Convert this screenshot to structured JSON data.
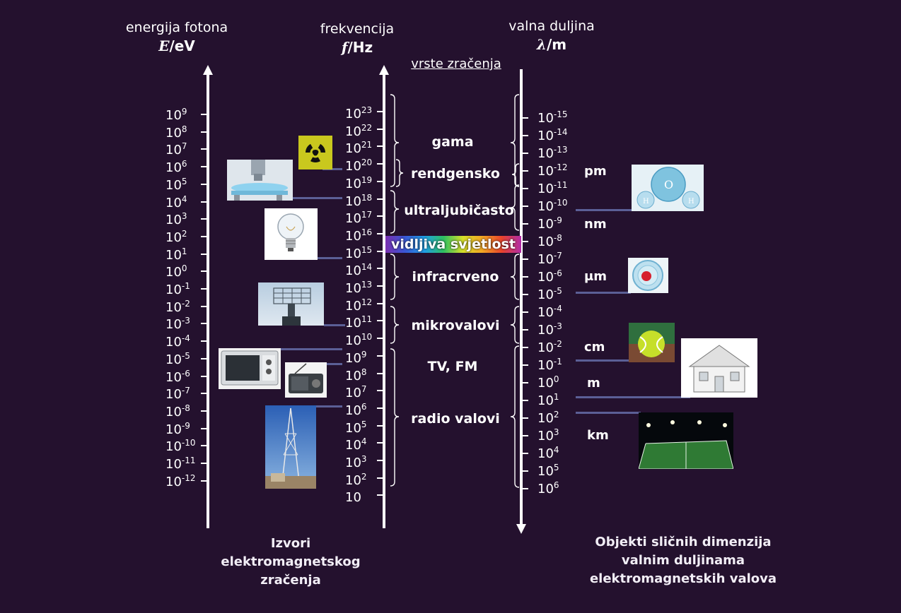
{
  "headers": {
    "energy": {
      "title": "energija fotona",
      "symbol": "E",
      "unit": "/eV"
    },
    "frequency": {
      "title": "frekvencija",
      "symbol": "f",
      "unit": "/Hz"
    },
    "types": {
      "title": "vrste zračenja"
    },
    "wavelength": {
      "title": "valna duljina",
      "symbol": "λ",
      "unit": "/m"
    }
  },
  "energy_ticks": [
    {
      "base": "10",
      "exp": "9"
    },
    {
      "base": "10",
      "exp": "8"
    },
    {
      "base": "10",
      "exp": "7"
    },
    {
      "base": "10",
      "exp": "6"
    },
    {
      "base": "10",
      "exp": "5"
    },
    {
      "base": "10",
      "exp": "4"
    },
    {
      "base": "10",
      "exp": "3"
    },
    {
      "base": "10",
      "exp": "2"
    },
    {
      "base": "10",
      "exp": "1"
    },
    {
      "base": "10",
      "exp": "0"
    },
    {
      "base": "10",
      "exp": "-1"
    },
    {
      "base": "10",
      "exp": "-2"
    },
    {
      "base": "10",
      "exp": "-3"
    },
    {
      "base": "10",
      "exp": "-4"
    },
    {
      "base": "10",
      "exp": "-5"
    },
    {
      "base": "10",
      "exp": "-6"
    },
    {
      "base": "10",
      "exp": "-7"
    },
    {
      "base": "10",
      "exp": "-8"
    },
    {
      "base": "10",
      "exp": "-9"
    },
    {
      "base": "10",
      "exp": "-10"
    },
    {
      "base": "10",
      "exp": "-11"
    },
    {
      "base": "10",
      "exp": "-12"
    }
  ],
  "frequency_ticks": [
    {
      "base": "10",
      "exp": "23"
    },
    {
      "base": "10",
      "exp": "22"
    },
    {
      "base": "10",
      "exp": "21"
    },
    {
      "base": "10",
      "exp": "20"
    },
    {
      "base": "10",
      "exp": "19"
    },
    {
      "base": "10",
      "exp": "18"
    },
    {
      "base": "10",
      "exp": "17"
    },
    {
      "base": "10",
      "exp": "16"
    },
    {
      "base": "10",
      "exp": "15"
    },
    {
      "base": "10",
      "exp": "14"
    },
    {
      "base": "10",
      "exp": "13"
    },
    {
      "base": "10",
      "exp": "12"
    },
    {
      "base": "10",
      "exp": "11"
    },
    {
      "base": "10",
      "exp": "10"
    },
    {
      "base": "10",
      "exp": "9"
    },
    {
      "base": "10",
      "exp": "8"
    },
    {
      "base": "10",
      "exp": "7"
    },
    {
      "base": "10",
      "exp": "6"
    },
    {
      "base": "10",
      "exp": "5"
    },
    {
      "base": "10",
      "exp": "4"
    },
    {
      "base": "10",
      "exp": "3"
    },
    {
      "base": "10",
      "exp": "2"
    },
    {
      "base": "10",
      "exp": ""
    }
  ],
  "wavelength_ticks": [
    {
      "base": "10",
      "exp": "-15"
    },
    {
      "base": "10",
      "exp": "-14"
    },
    {
      "base": "10",
      "exp": "-13"
    },
    {
      "base": "10",
      "exp": "-12"
    },
    {
      "base": "10",
      "exp": "-11"
    },
    {
      "base": "10",
      "exp": "-10"
    },
    {
      "base": "10",
      "exp": "-9"
    },
    {
      "base": "10",
      "exp": "-8"
    },
    {
      "base": "10",
      "exp": "-7"
    },
    {
      "base": "10",
      "exp": "-6"
    },
    {
      "base": "10",
      "exp": "-5"
    },
    {
      "base": "10",
      "exp": "-4"
    },
    {
      "base": "10",
      "exp": "-3"
    },
    {
      "base": "10",
      "exp": "-2"
    },
    {
      "base": "10",
      "exp": "-1"
    },
    {
      "base": "10",
      "exp": "0"
    },
    {
      "base": "10",
      "exp": "1"
    },
    {
      "base": "10",
      "exp": "2"
    },
    {
      "base": "10",
      "exp": "3"
    },
    {
      "base": "10",
      "exp": "4"
    },
    {
      "base": "10",
      "exp": "5"
    },
    {
      "base": "10",
      "exp": "6"
    }
  ],
  "bands": {
    "gamma": "gama",
    "xray": "rendgensko",
    "uv": "ultraljubičasto",
    "visible": "vidljiva svjetlost",
    "ir": "infracrveno",
    "micro": "mikrovalovi",
    "tvfm": "TV, FM",
    "radio": "radio valovi"
  },
  "units": {
    "pm": "pm",
    "nm": "nm",
    "um": "μm",
    "cm": "cm",
    "m": "m",
    "km": "km"
  },
  "footers": {
    "left": [
      "Izvori",
      "elektromagnetskog",
      "zračenja"
    ],
    "right": [
      "Objekti sličnih dimenzija",
      "valnim duljinama",
      "elektromagnetskih valova"
    ]
  },
  "pictures": {
    "left": [
      "radiation-symbol",
      "medical-scanner",
      "light-bulb",
      "radar-antenna",
      "microwave-oven",
      "radio",
      "transmitter-tower"
    ],
    "right": [
      "water-molecule",
      "cell",
      "tennis-ball",
      "house",
      "football-field"
    ]
  },
  "colors": {
    "background": "#24112e",
    "axis": "#ffffff",
    "connector": "#5b5f96"
  }
}
